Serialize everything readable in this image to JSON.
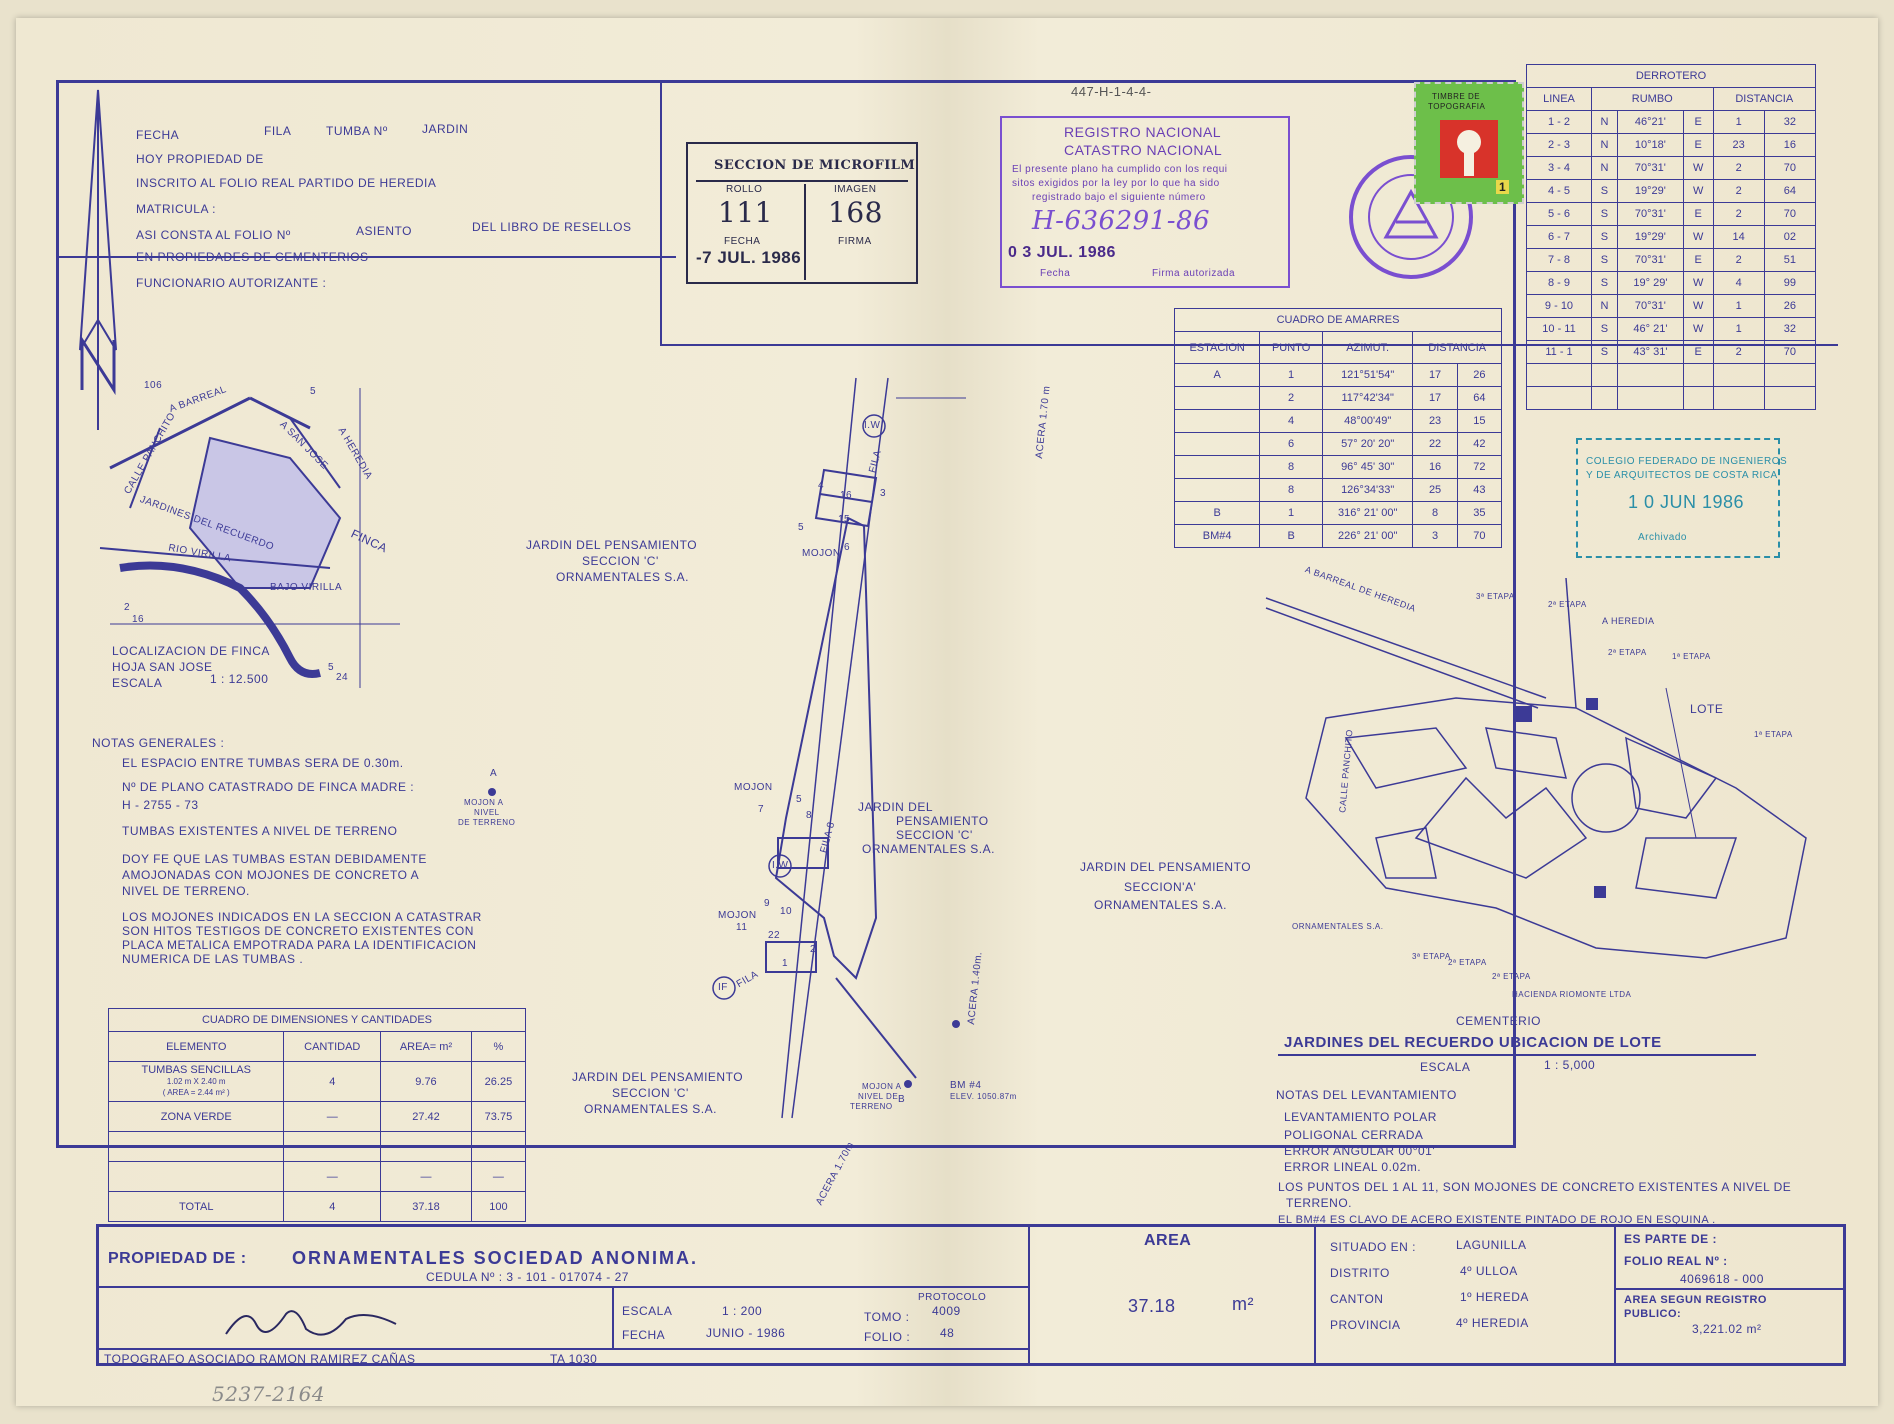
{
  "top_ref": "447-H-1-4-4-",
  "header_form": {
    "line1": {
      "fecha": "FECHA",
      "fila": "FILA",
      "tumba": "TUMBA Nº",
      "jardin": "JARDIN"
    },
    "line2": "HOY  PROPIEDAD  DE",
    "line3": "INSCRITO  AL  FOLIO REAL  PARTIDO  DE  HEREDIA",
    "line4": "MATRICULA :",
    "line5a": "ASI  CONSTA  AL  FOLIO Nº",
    "line5b": "ASIENTO",
    "line5c": "DEL  LIBRO  DE  RESELLOS",
    "line6": "EN  PROPIEDADES   DE   CEMENTERIOS",
    "line7": "FUNCIONARIO  AUTORIZANTE :"
  },
  "microfilm": {
    "title": "SECCION DE MICROFILM",
    "rollo_label": "ROLLO",
    "imagen_label": "IMAGEN",
    "rollo": "111",
    "imagen": "168",
    "fecha_label": "FECHA",
    "firma_label": "FIRMA",
    "fecha": "-7 JUL. 1986"
  },
  "registro": {
    "l1": "REGISTRO NACIONAL",
    "l2": "CATASTRO NACIONAL",
    "p1": "El presente plano ha cumplido con los requi",
    "p2": "sitos exigidos por la ley por lo que ha sido",
    "p3": "registrado bajo el siguiente número",
    "numero": "H-636291-86",
    "fecha": "0 3  JUL.  1986",
    "fecha_label": "Fecha",
    "firma_label": "Firma autorizada"
  },
  "timbre": {
    "l1": "TIMBRE DE",
    "l2": "TOPOGRAFIA",
    "value": "1"
  },
  "derrotero": {
    "title": "DERROTERO",
    "headers": [
      "LINEA",
      "RUMBO",
      "DISTANCIA"
    ],
    "rows": [
      [
        "1 - 2",
        "N",
        "46°21'",
        "E",
        "1",
        "32"
      ],
      [
        "2 - 3",
        "N",
        "10°18'",
        "E",
        "23",
        "16"
      ],
      [
        "3 - 4",
        "N",
        "70°31'",
        "W",
        "2",
        "70"
      ],
      [
        "4 - 5",
        "S",
        "19°29'",
        "W",
        "2",
        "64"
      ],
      [
        "5 - 6",
        "S",
        "70°31'",
        "E",
        "2",
        "70"
      ],
      [
        "6 - 7",
        "S",
        "19°29'",
        "W",
        "14",
        "02"
      ],
      [
        "7 - 8",
        "S",
        "70°31'",
        "E",
        "2",
        "51"
      ],
      [
        "8 - 9",
        "S",
        "19° 29'",
        "W",
        "4",
        "99"
      ],
      [
        "9 - 10",
        "N",
        "70°31'",
        "W",
        "1",
        "26"
      ],
      [
        "10 - 11",
        "S",
        "46° 21'",
        "W",
        "1",
        "32"
      ],
      [
        "11 - 1",
        "S",
        "43° 31'",
        "E",
        "2",
        "70"
      ]
    ]
  },
  "amarres": {
    "title": "CUADRO  DE  AMARRES",
    "headers": [
      "ESTACION",
      "PUNTO",
      "AZIMUT.",
      "DISTANCIA"
    ],
    "rows": [
      [
        "A",
        "1",
        "121°51'54\"",
        "17",
        "26"
      ],
      [
        "",
        "2",
        "117°42'34\"",
        "17",
        "64"
      ],
      [
        "",
        "4",
        "48°00'49\"",
        "23",
        "15"
      ],
      [
        "",
        "6",
        "57° 20' 20\"",
        "22",
        "42"
      ],
      [
        "",
        "8",
        "96° 45' 30\"",
        "16",
        "72"
      ],
      [
        "",
        "8",
        "126°34'33\"",
        "25",
        "43"
      ],
      [
        "B",
        "1",
        "316° 21' 00\"",
        "8",
        "35"
      ],
      [
        "BM#4",
        "B",
        "226° 21' 00\"",
        "3",
        "70"
      ]
    ]
  },
  "colegio": {
    "l1": "COLEGIO FEDERADO DE INGENIEROS",
    "l2": "Y DE ARQUITECTOS DE COSTA RICA",
    "fecha": "1 0  JUN  1986",
    "sub": "Archivado"
  },
  "location_map": {
    "labels": {
      "barreal": "A BARREAL",
      "panchito": "CALLE PANCHITO",
      "san_jose": "A SAN JOSE",
      "heredia": "A HEREDIA",
      "finca": "FINCA",
      "jardines": "JARDINES DEL RECUERDO",
      "rio": "RIO VIRILLA",
      "bajo": "BAJO VIRILLA",
      "r106": "106",
      "r5": "5"
    },
    "grid": {
      "a": "2",
      "b": "16",
      "c": "5",
      "d": "24"
    },
    "caption1": "LOCALIZACION  DE  FINCA",
    "caption2": "HOJA SAN JOSE",
    "caption3": "ESCALA",
    "escala": "1 : 12.500"
  },
  "notas_generales": {
    "title": "NOTAS  GENERALES :",
    "n1": "EL ESPACIO ENTRE TUMBAS SERA  DE  0.30m.",
    "n2a": "Nº  DE  PLANO  CATASTRADO  DE  FINCA  MADRE :",
    "n2b": "H - 2755 - 73",
    "n3": "TUMBAS  EXISTENTES  A  NIVEL  DE  TERRENO",
    "n4a": "DOY  FE  QUE  LAS  TUMBAS  ESTAN   DEBIDAMENTE",
    "n4b": "AMOJONADAS  CON  MOJONES  DE  CONCRETO  A",
    "n4c": "NIVEL  DE  TERRENO.",
    "n5a": "LOS  MOJONES  INDICADOS  EN  LA  SECCION  A  CATASTRAR",
    "n5b": "SON  HITOS  TESTIGOS  DE  CONCRETO  EXISTENTES  CON",
    "n5c": "PLACA  METALICA  EMPOTRADA  PARA  LA  IDENTIFICACION",
    "n5d": "NUMERICA  DE  LAS  TUMBAS ."
  },
  "mojon_legend": {
    "letter": "A",
    "l1": "MOJON A",
    "l2": "NIVEL",
    "l3": "DE TERRENO"
  },
  "dimensiones": {
    "title": "CUADRO   DE   DIMENSIONES  Y  CANTIDADES",
    "headers": [
      "ELEMENTO",
      "CANTIDAD",
      "AREA= m²",
      "%"
    ],
    "r1": {
      "el": "TUMBAS  SENCILLAS",
      "sub1": "1.02 m  X  2.40 m",
      "sub2": "( AREA = 2.44 m² )",
      "cant": "4",
      "area": "9.76",
      "pct": "26.25"
    },
    "r2": {
      "el": "ZONA  VERDE",
      "cant": "—",
      "area": "27.42",
      "pct": "73.75"
    },
    "r3": {
      "el": "",
      "cant": "—",
      "area": "—",
      "pct": "—"
    },
    "r4": {
      "el": "",
      "cant": "—",
      "area": "—",
      "pct": "—"
    },
    "total": {
      "el": "TOTAL",
      "cant": "4",
      "area": "37.18",
      "pct": "100"
    }
  },
  "plan": {
    "secc_c_top": [
      "JARDIN DEL PENSAMIENTO",
      "SECCION 'C'",
      "ORNAMENTALES S.A."
    ],
    "secc_c_mid": [
      "JARDIN DEL",
      "PENSAMIENTO",
      "SECCION 'C'",
      "ORNAMENTALES S.A."
    ],
    "secc_a": [
      "JARDIN DEL PENSAMIENTO",
      "SECCION'A'",
      "ORNAMENTALES S.A."
    ],
    "secc_c_bot": [
      "JARDIN DEL PENSAMIENTO",
      "SECCION 'C'",
      "ORNAMENTALES S.A."
    ],
    "acera_top": "ACERA 1.70 m",
    "acera_mid": "ACERA 1.40m.",
    "acera_bot": "ACERA 1.70m",
    "iw": "I.W",
    "if": "IF",
    "fila": "FILA",
    "fila8": "FILA 8",
    "mojon": "MOJON",
    "tombs": [
      "16",
      "15",
      "5",
      "22"
    ],
    "pts": [
      "1",
      "2",
      "3",
      "4",
      "5",
      "6",
      "7",
      "8",
      "9",
      "10",
      "11"
    ],
    "bm": "BM #4",
    "elev": "ELEV. 1050.87m",
    "mojon_b": [
      "MOJON A",
      "NIVEL DE",
      "TERRENO"
    ],
    "b": "B"
  },
  "ubicacion": {
    "barreal": "A BARREAL DE HEREDIA",
    "heredia": "A HEREDIA",
    "panchito": "CALLE PANCHITO",
    "e3a": "3ª ETAPA",
    "e2a": "2ª ETAPA",
    "e2b": "2ª ETAPA",
    "e1a": "1ª ETAPA",
    "e1b": "1ª ETAPA",
    "lote": "LOTE",
    "orn": "ORNAMENTALES  S.A.",
    "e3c": "3ª ETAPA",
    "e2c": "2ª ETAPA",
    "e2d": "2ª ETAPA",
    "hacienda": "HACIENDA  RIOMONTE  LTDA",
    "cem": "CEMENTERIO",
    "title": "JARDINES  DEL  RECUERDO  UBICACION  DE  LOTE",
    "escala_label": "ESCALA",
    "escala": "1 : 5,000"
  },
  "levantamiento": {
    "title": "NOTAS  DEL  LEVANTAMIENTO",
    "l1": "LEVANTAMIENTO  POLAR",
    "l2": "POLIGONAL  CERRADA",
    "l3": "ERROR  ANGULAR  00°01'",
    "l4": "ERROR  LINEAL     0.02m.",
    "b1a": "LOS  PUNTOS  DEL  1  AL 11,  SON   MOJONES   DE   CONCRETO   EXISTENTES   A   NIVEL   DE",
    "b1b": "TERRENO.",
    "b2": "EL  BM#4  ES CLAVO  DE  ACERO EXISTENTE  PINTADO DE ROJO EN ESQUINA ."
  },
  "title_block": {
    "prop_label": "PROPIEDAD  DE :",
    "prop": "ORNAMENTALES   SOCIEDAD   ANONIMA.",
    "cedula": "CEDULA  Nº : 3 - 101 - 017074 - 27",
    "escala_label": "ESCALA",
    "escala": "1 : 200",
    "fecha_label": "FECHA",
    "fecha": "JUNIO - 1986",
    "protocolo": "PROTOCOLO",
    "tomo_label": "TOMO :",
    "tomo": "4009",
    "folio_label": "FOLIO :",
    "folio": "48",
    "topografo": "TOPOGRAFO ASOCIADO  RAMON  RAMIREZ  CAÑAS",
    "ta": "TA 1030",
    "area_label": "AREA",
    "area": "37.18",
    "unit": "m²",
    "situado_label": "SITUADO  EN :",
    "situado": "LAGUNILLA",
    "distrito_label": "DISTRITO",
    "distrito": "4º  ULLOA",
    "canton_label": "CANTON",
    "canton": "1º  HEREDA",
    "provincia_label": "PROVINCIA",
    "provincia": "4º HEREDIA",
    "parte_label": "ES  PARTE  DE :",
    "folio_real_label": "FOLIO  REAL  Nº :",
    "folio_real": "4069618 - 000",
    "area_reg_label1": "AREA  SEGUN  REGISTRO",
    "area_reg_label2": "PUBLICO:",
    "area_reg": "3,221.02 m²"
  },
  "pencil_note": "5237-2164"
}
